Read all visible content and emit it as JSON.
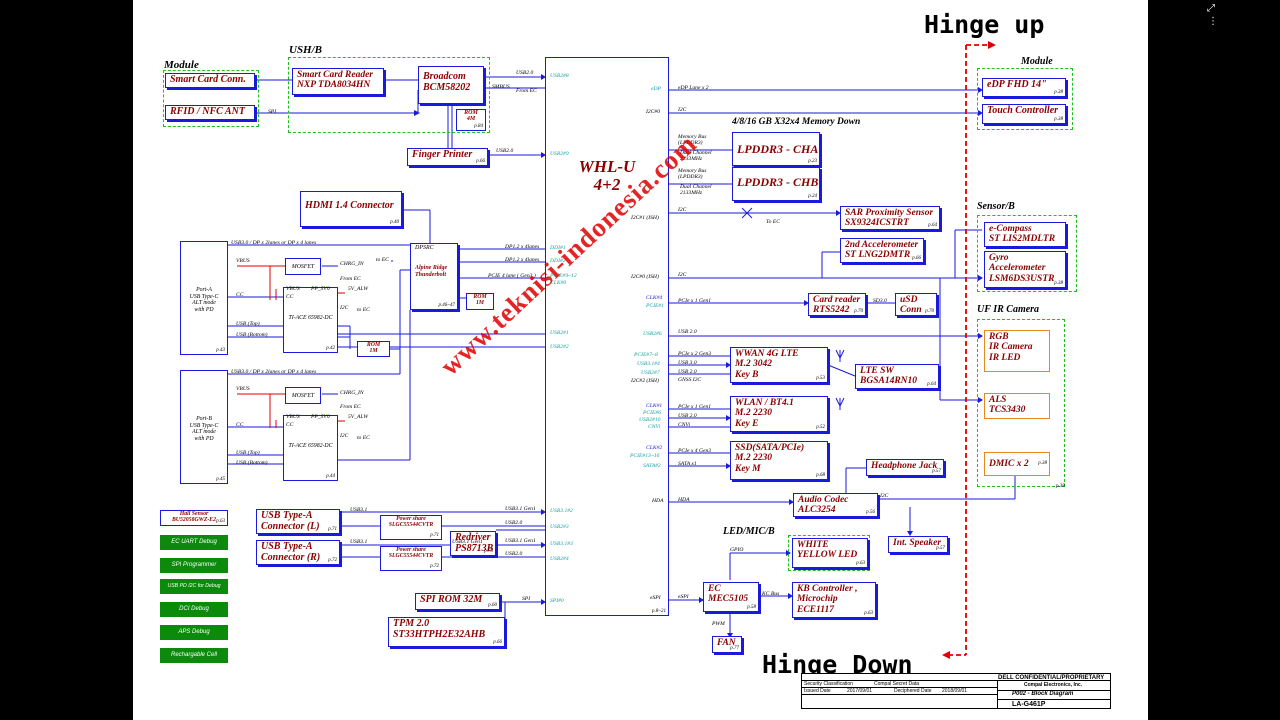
{
  "sections": {
    "module_left": "Module",
    "usb_board": "USH/B",
    "module_right": "Module",
    "memory_down": "4/8/16 GB X32x4 Memory Down",
    "sensor_board": "Sensor/B",
    "ir_camera": "UF IR Camera",
    "led_mic": "LED/MIC/B"
  },
  "hinge": {
    "up": "Hinge up",
    "down": "Hinge Down"
  },
  "watermark": "www.teknisi-indonesia.com",
  "cpu": {
    "line1": "WHL-U",
    "line2": "4+2"
  },
  "blocks": {
    "smart_card_conn": "Smart Card Conn.",
    "rfid_nfc": "RFID / NFC ANT",
    "smart_card_reader_1": "Smart Card Reader",
    "smart_card_reader_2": "NXP TDA8034HN",
    "broadcom_1": "Broadcom",
    "broadcom_2": "BCM58202",
    "rom_4m_1": "ROM",
    "rom_4m_2": "4M",
    "finger_printer": "Finger Printer",
    "hdmi": "HDMI 1.4 Connector",
    "alpine_1": "Alpine Ridge",
    "alpine_2": "Thunderbolt",
    "dpsrc": "DPSRC",
    "rom_1m_a_1": "ROM",
    "rom_1m_a_2": "1M",
    "rom_1m_b_1": "ROM",
    "rom_1m_b_2": "1M",
    "mosfet_a": "MOSFET",
    "mosfet_b": "MOSFET",
    "tiace_a": "TI-ACE 65982-DC",
    "tiace_b": "TI-ACE 65982-DC",
    "port_a_1": "Port-A",
    "port_a_2": "USB Type-C",
    "port_a_3": "ALT mode",
    "port_a_4": "with PD",
    "port_b_1": "Port-B",
    "port_b_2": "USB Type-C",
    "port_b_3": "ALT mode",
    "port_b_4": "with PD",
    "hall_1": "Hall Sensor",
    "hall_2": "BU52058GWZ-E2",
    "usba_l_1": "USB Type-A",
    "usba_l_2": "Connector (L)",
    "usba_r_1": "USB Type-A",
    "usba_r_2": "Connector (R)",
    "power_share_1a": "Power share",
    "power_share_1b": "SLGC55544CVTR",
    "power_share_2a": "Power share",
    "power_share_2b": "SLGC55544CVTR",
    "redriver_1": "Redriver",
    "redriver_2": "PS8713B",
    "spi_rom": "SPI ROM 32M",
    "tpm_1": "TPM 2.0",
    "tpm_2": "ST33HTPH2E32AHB",
    "edp": "eDP FHD 14\"",
    "touch": "Touch Controller",
    "lpddr_a": "LPDDR3 - CHA",
    "lpddr_b": "LPDDR3 - CHB",
    "sar_1": "SAR Proximity Sensor",
    "sar_2": "SX9324ICSTRT",
    "accel_1": "2nd Accelerometer",
    "accel_2": "ST LNG2DMTR",
    "ecompass_1": "e-Compass",
    "ecompass_2": "ST LIS2MDLTR",
    "gyro_1": "Gyro",
    "gyro_2": "Accelerometer",
    "gyro_3": "LSM6DS3USTR",
    "card_reader_1": "Card reader",
    "card_reader_2": "RTS5242",
    "usd_1": "uSD",
    "usd_2": "Conn",
    "rgb_1": "RGB",
    "rgb_2": "IR Camera",
    "rgb_3": "IR LED",
    "wwan_1": "WWAN 4G LTE",
    "wwan_2": "M.2 3042",
    "wwan_3": "Key B",
    "lte_1": "LTE SW",
    "lte_2": "BGSA14RN10",
    "wlan_1": "WLAN / BT4.1",
    "wlan_2": "M.2 2230",
    "wlan_3": "Key E",
    "als_1": "ALS",
    "als_2": "TCS3430",
    "ssd_1": "SSD(SATA/PCIe)",
    "ssd_2": "M.2 2230",
    "ssd_3": "Key M",
    "headphone": "Headphone Jack",
    "dmic": "DMIC x 2",
    "audio_1": "Audio Codec",
    "audio_2": "ALC3254",
    "speaker": "Int. Speaker",
    "led_1": "WHITE",
    "led_2": "YELLOW LED",
    "ec_1": "EC",
    "ec_2": "MEC5105",
    "kb_1": "KB Controller ,",
    "kb_2": "Microchip",
    "kb_3": "ECE1117",
    "fan": "FAN"
  },
  "debug_buttons": [
    "EC UART Debug",
    "SPI Programmer",
    "USB PD I2C for Debug",
    "DCI Debug",
    "APS Debug",
    "Rechargable Cell"
  ],
  "bus_labels": {
    "usb20_a": "USB2.0",
    "smbus": "SMBUS",
    "from_ec": "From EC",
    "spi_a": "SPI",
    "usb20_b": "USB2.0",
    "usb30_dp_a": "USB3.0 / DP x 2lanes or DP x 4 lanes",
    "usb30_dp_b": "USB3.0 / DP x 2lanes or DP x 4 lanes",
    "vbus_a": "VBUS",
    "vbus_b": "VBUS",
    "chrg_in_a": "CHRG_IN",
    "chrg_in_b": "CHRG_IN",
    "cc_a": "CC",
    "cc_b": "CC",
    "i2c_a": "I2C",
    "i2c_b": "I2C",
    "to_ec_a": "to EC",
    "to_ec_b": "to EC",
    "usb_top_a": "USB (Top)",
    "usb_bot_a": "USB (Bottom)",
    "usb_top_b": "USB (Top)",
    "usb_bot_b": "USB (Bottom)",
    "dp12_a": "DP1.2 x 4lanes",
    "dp12_b": "DP1.2 x 4lanes",
    "pcie4": "PCIE 4 lane ( Gen3 )",
    "usb31_a": "USB3.1",
    "usb31_b": "USB3.1",
    "usb31g1_a": "USB3.1 Gen1",
    "usb31g1_b": "USB3.1 Gen1",
    "usb31g1_c": "USB3.1 Gen1",
    "usb20_c": "USB2.0",
    "usb20_d": "USB2.0",
    "spi_b": "SPI",
    "edp_lane": "eDP Lane x 2",
    "i2c_c": "I2C",
    "mem_bus_a": "Memory Bus (LPDDR3)",
    "dual_a": "Dual Channel 2133MHz",
    "mem_bus_b": "Memory Bus (LPDDR3)",
    "dual_b": "Dual Channel 2133MHz",
    "i2c_d": "I2C",
    "to_ec_c": "To EC",
    "i2c_e": "I2C",
    "pcie_gen1": "PCIe x 1 Gen1",
    "sd30": "SD3.0",
    "usb20_e": "USB 2.0",
    "pcie_x2": "PCIe x 2 Gen3",
    "usb30": "USB 3.0",
    "usb20_f": "USB 2.0",
    "gnss": "GNSS I2C",
    "pcie_x1": "PCIe x 1 Gen1",
    "usb20_g": "USB 2.0",
    "cnvi": "CNVi",
    "pcie_x4": "PCIe x 4 Gen3",
    "sata": "SATA x1",
    "hda": "HDA",
    "i2c_f": "I2C",
    "gpio": "GPIO",
    "espi": "eSPI",
    "kbus": "KC Bus",
    "pwm": "PWM",
    "pp5v0_a": "PP_5V0",
    "pp5v0_b": "PP_5V0",
    "ppalw_a": "5V_ALW",
    "ppalw_b": "5V_ALW"
  },
  "pins": {
    "usb2_8": "USB2#8",
    "usb2_9": "USB2#9",
    "ddi1": "DDI#1",
    "ddi2": "DDI#2",
    "pcie9_12": "PCIE#9~12",
    "clk0": "CLK#0",
    "usb2_1": "USB2#1",
    "usb2_2": "USB2#2",
    "usb31_2": "USB3.1#2",
    "usb2_3": "USB2#3",
    "usb31_3": "USB3.1#3",
    "usb2_4": "USB2#4",
    "spi0": "SPI#0",
    "edp": "eDP",
    "i2c0": "I2C#0",
    "i2c1": "I2C#1 (ISH)",
    "i2c0_ish": "I2C#0 (ISH)",
    "clk4": "CLK#4",
    "pcie1": "PCIE#1",
    "usb2_6": "USB2#6",
    "pcie7_8": "PCIE#7~8",
    "usb31_4": "USB3.1#4",
    "usb2_7": "USB2#7",
    "i2c2": "I2C#2 (ISH)",
    "clk1": "CLK#1",
    "pcie6": "PCIE#6",
    "usb2_10": "USB2#10",
    "cnvi": "CNVi",
    "clk2": "CLK#2",
    "pcie13_16": "PCIE#13~16",
    "sata2": "SATA#2",
    "hda": "HDA",
    "espi": "eSPI"
  },
  "pages": {
    "p_usb_a": "p.84",
    "p_fp": "p.66",
    "p_hdmi": "p.40",
    "p_alpine": "p.46~47",
    "p_pa": "p.43",
    "p_pa2": "p.42",
    "p_pb": "p.45",
    "p_pb2": "p.44",
    "p_hall": "p.63",
    "p_usbl": "p.71",
    "p_usbr": "p.72",
    "p_ps1": "p.71",
    "p_ps2": "p.72",
    "p_redr": "p.73",
    "p_spi": "p.60",
    "p_tpm": "p.66",
    "p_cpu": "p.8~21",
    "p_edp": "p.38",
    "p_touch": "p.38",
    "p_lpa": "p.23",
    "p_lpb": "p.24",
    "p_sar": "p.64",
    "p_acc": "p.66",
    "p_sens": "p.38",
    "p_card": "p.70",
    "p_usd": "p.70",
    "p_wwan": "p.53",
    "p_lte": "p.64",
    "p_wlan": "p.52",
    "p_ssd": "p.68",
    "p_hp": "p.57",
    "p_audio": "p.56",
    "p_dmic": "p.38",
    "p_led": "p.63",
    "p_ec": "p.58",
    "p_kb": "p.63",
    "p_fan": "p.77",
    "p_spk": "p.57",
    "p_cam": "p.38"
  },
  "title_block": {
    "confidential": "DELL CONFIDENTIAL/PROPRIETARY",
    "company": "Compal Electronics, Inc.",
    "security": "Security Classification",
    "secret": "Compal Secret Data",
    "issued": "Issued Date",
    "deciphered": "Deciphered Date",
    "issued_date": "2017/09/01",
    "deciphered_date": "2018/09/01",
    "title": "P002 - Block Diagram",
    "doc": "LA-G461P"
  },
  "colors": {
    "sheet": "#ffffff",
    "line": "#1a1adc",
    "box_text": "#8b0000",
    "group": "#1fbf1f",
    "hinge": "#e00000",
    "debug": "#0b8a0b",
    "orange": "#e38a1f",
    "watermark": "#e00000"
  }
}
